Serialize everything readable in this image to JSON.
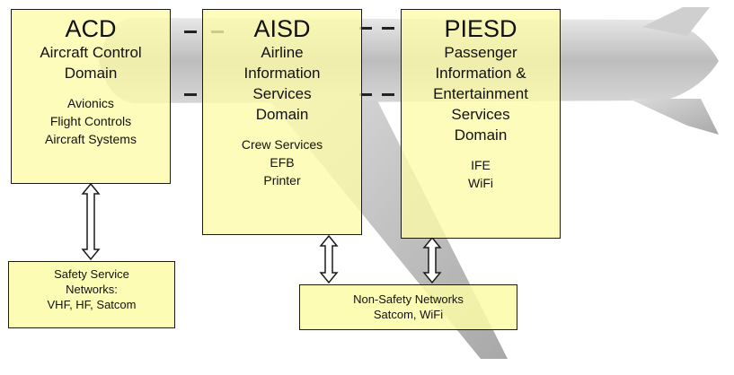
{
  "domains": [
    {
      "abbr": "ACD",
      "name_lines": [
        "Aircraft Control",
        "Domain"
      ],
      "system_lines": [
        "Avionics",
        "Flight Controls",
        "Aircraft Systems"
      ]
    },
    {
      "abbr": "AISD",
      "name_lines": [
        "Airline",
        "Information",
        "Services",
        "Domain"
      ],
      "system_lines": [
        "Crew Services",
        "EFB",
        "Printer"
      ]
    },
    {
      "abbr": "PIESD",
      "name_lines": [
        "Passenger",
        "Information &",
        "Entertainment",
        "Services",
        "Domain"
      ],
      "system_lines": [
        "IFE",
        "WiFi"
      ]
    }
  ],
  "networks": [
    {
      "lines": [
        "Safety Service",
        "Networks:",
        "VHF, HF, Satcom"
      ]
    },
    {
      "lines": [
        "Non-Safety Networks",
        "Satcom, WiFi"
      ]
    }
  ],
  "colors": {
    "box_fill": "#fdfba8",
    "fuselage": "#c9c9c9",
    "border": "#1a1a1a"
  },
  "icons": [
    "aircraft-silhouette",
    "double-arrow"
  ]
}
